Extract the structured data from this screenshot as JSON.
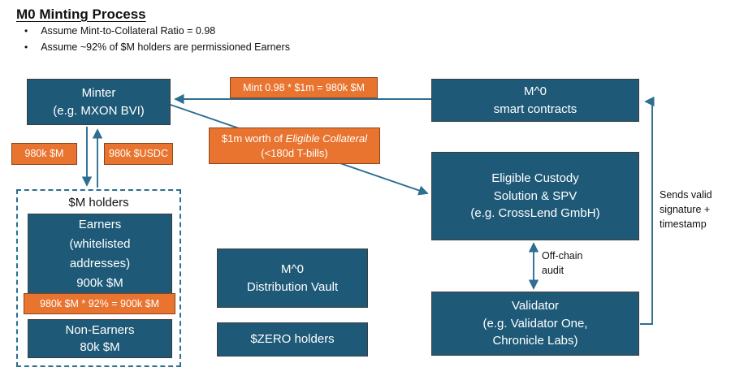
{
  "title": "M0 Minting Process",
  "bullets": [
    "Assume Mint-to-Collateral Ratio = 0.98",
    "Assume ~92% of $M holders are permissioned Earners"
  ],
  "colors": {
    "box_teal": "#1E5A78",
    "box_border": "#3d3d3d",
    "orange_fill": "#E8742F",
    "orange_border": "#8C4619",
    "arrow": "#2D6E91"
  },
  "boxes": {
    "minter": {
      "line1": "Minter",
      "line2": "(e.g. MXON BVI)"
    },
    "smart_contracts": {
      "line1": "M^0",
      "line2": "smart contracts"
    },
    "custody": {
      "line1": "Eligible Custody",
      "line2": "Solution & SPV",
      "line3": "(e.g. CrossLend GmbH)"
    },
    "validator": {
      "line1": "Validator",
      "line2": "(e.g. Validator One,",
      "line3": "Chronicle Labs)"
    },
    "vault": {
      "line1": "M^0",
      "line2": "Distribution Vault"
    },
    "zero_holders": {
      "line1": "$ZERO holders"
    },
    "m_holders": {
      "label": "$M holders"
    },
    "earners": {
      "line1": "Earners",
      "line2": "(whitelisted",
      "line3": "addresses)",
      "line4": "900k $M"
    },
    "non_earners": {
      "line1": "Non-Earners",
      "line2": "80k $M"
    }
  },
  "labels": {
    "mint": "Mint 0.98 * $1m = 980k $M",
    "m980": "980k $M",
    "usdc980": "980k $USDC",
    "collateral_plain": "$1m worth of ",
    "collateral_italic": "Eligible Collateral",
    "collateral_line2": "(<180d T-bills)",
    "earners_calc": "980k $M * 92% = 900k $M"
  },
  "annotations": {
    "sends_line1": "Sends valid",
    "sends_line2": "signature +",
    "sends_line3": "timestamp",
    "audit_line1": "Off-chain",
    "audit_line2": "audit"
  }
}
